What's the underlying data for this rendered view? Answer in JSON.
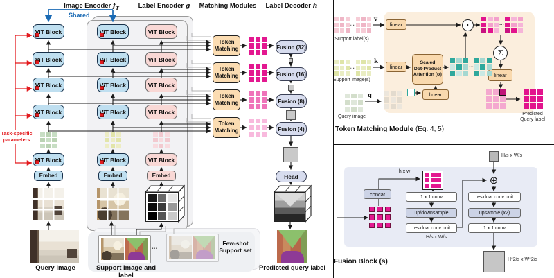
{
  "palette": {
    "block_blue": "#bfdff0",
    "block_pink": "#f9d8d5",
    "module_orange": "#fbdcb2",
    "fusion_blue": "#d7dcee",
    "panel_peach": "#fbeedd",
    "panel_lavender": "#e8ebf5",
    "magenta": "#e2148d",
    "teal": "#2fa89c",
    "red": "#e31b1f",
    "shared_blue": "#1a6ab4"
  },
  "figure": {
    "headers": {
      "image_encoder": "Image Encoder",
      "image_encoder_sym": "f",
      "image_encoder_sub": "T",
      "label_encoder": "Label Encoder",
      "label_encoder_sym": "g",
      "matching_modules": "Matching Modules",
      "label_decoder": "Label Decoder",
      "label_decoder_sym": "h",
      "shared": "Shared"
    },
    "encoder": {
      "vit_block": "ViT Block",
      "embed": "Embed",
      "task_specific_line1": "Task-specific",
      "task_specific_line2": "parameters"
    },
    "matching": {
      "token_matching": "Token Matching"
    },
    "decoder": {
      "fusion": [
        "Fusion (32)",
        "Fusion (16)",
        "Fusion (8)",
        "Fusion (4)"
      ],
      "head": "Head"
    },
    "captions": {
      "query_image": "Query image",
      "support_image_and_label": "Support image and label",
      "few_shot_line1": "Few-shot",
      "few_shot_line2": "Support set",
      "predicted_query_label": "Predicted query label",
      "ellipsis": "..."
    }
  },
  "tmm": {
    "caption": "Token Matching Module",
    "caption_eq": "(Eq. 4, 5)",
    "support_labels": "Support label(s)",
    "support_images": "Support image(s)",
    "query_image": "Query image",
    "predicted_line1": "Predicted",
    "predicted_line2": "Query label",
    "v": "v",
    "k": "k",
    "q": "q",
    "linear": "linear",
    "att_line1": "Scaled",
    "att_line2": "Dot-Product",
    "att_line3": "Attention (σ)",
    "dot": "·",
    "sigma": "Σ",
    "ellipsis": "..."
  },
  "fusion_block": {
    "caption": "Fusion Block (s)",
    "concat": "concat",
    "conv1x1": "1 x 1 conv",
    "updown": "up/downsample",
    "rcu": "residual conv unit",
    "upsample": "upsample (x2)",
    "hxw": "h x w",
    "hs_ws": "H/s x W/s",
    "out_dims": "H*2/s x W*2/s",
    "sum": "⊕"
  }
}
